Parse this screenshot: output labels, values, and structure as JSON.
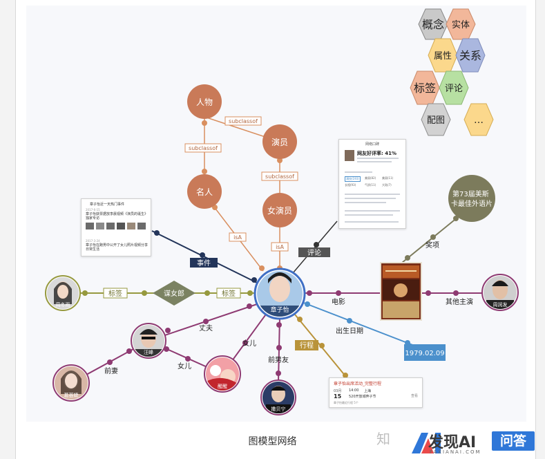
{
  "caption": "图模型网络",
  "watermark": {
    "zhi": "知",
    "brand": "发现AI",
    "sub": "FAXIANAI.COM",
    "badge": "问答"
  },
  "legend": [
    "概念",
    "实体",
    "属性",
    "关系",
    "标签",
    "评论",
    "配图",
    "…"
  ],
  "classes": {
    "person": "人物",
    "actor": "演员",
    "celebrity": "名人",
    "actress": "女演员"
  },
  "edge_labels": {
    "subclassof_1": "subclassof",
    "subclassof_2": "subclassof",
    "subclassof_3": "subclassof",
    "isa_1": "isA",
    "isa_2": "isA",
    "event": "事件",
    "comment": "评论",
    "tag_1": "标签",
    "tag_2": "标签",
    "husband": "丈夫",
    "daughter_1": "女儿",
    "daughter_2": "女儿",
    "ex_wife": "前妻",
    "ex_boyfriend": "前男友",
    "schedule": "行程",
    "movie": "电影",
    "birthdate": "出生日期",
    "award": "奖项",
    "co_star": "其他主演"
  },
  "center": "章子怡",
  "tag_node": "谋女郎",
  "award_node": "第73届美斯卡最佳外语片",
  "birth_value": "1979.02.09",
  "people": {
    "zhou_dongyu": "周冬雨",
    "wang_feng": "汪峰",
    "ge_fei": "葛荟婕",
    "xing_fei": "醒醒",
    "huo_qin": "撒贝宁",
    "zhou_runfa": "周润发"
  },
  "event_card": {
    "title": "章子怡近一天热门事件",
    "d1": "2017-6-15",
    "h1": "章子怡获票据放李晨视频《演员的诞生》独家专访",
    "d2": "2017-3-24",
    "h2": "章子怡在跑男中公开了女儿照片视频分享日常生活"
  },
  "comment_card": {
    "top": "网络口碑",
    "title": "网友好评率: 41%",
    "chips": [
      "演技(193)",
      "美丽(82)",
      "美丽(11)",
      "长相(93)",
      "气质(11)",
      "大陆(7)"
    ]
  },
  "schedule_card": {
    "title": "章子怡出席活动_完整行程",
    "month": "03月",
    "day": "15",
    "time": "14:00",
    "city": "上海",
    "place": "520开放城奔子节",
    "more": "查看",
    "footer": "章子怡最近行程 5个"
  },
  "colors": {
    "class_node": "#c97a58",
    "edge_orange": "#d98f5f",
    "edge_purple": "#8e3a72",
    "edge_navy": "#23355a",
    "edge_olive": "#96993e",
    "edge_gold": "#b9933a",
    "edge_blue": "#4b90cc",
    "award_fill": "#7c7b5c",
    "tag_fill": "#7b8262",
    "center_ring": "#3f6fc5"
  }
}
